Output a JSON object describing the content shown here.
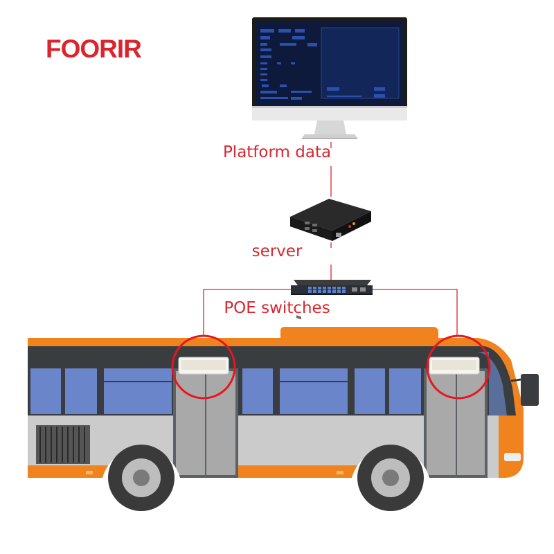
{
  "logo": {
    "text": "FOORIR",
    "color": "#d9262e"
  },
  "labels": {
    "platform": "Platform data",
    "server": "server",
    "switches": "POE switches"
  },
  "colors": {
    "accent": "#d9262e",
    "bus_orange": "#f0831e",
    "bus_grey": "#c9c9c9",
    "window_blue": "#6a85c9",
    "screen_navy": "#0d1a3c"
  },
  "icons": {
    "monitor": "desktop-monitor-icon",
    "server": "server-box-icon",
    "switch": "network-switch-icon",
    "counter": "passenger-counter-sensor-icon"
  }
}
